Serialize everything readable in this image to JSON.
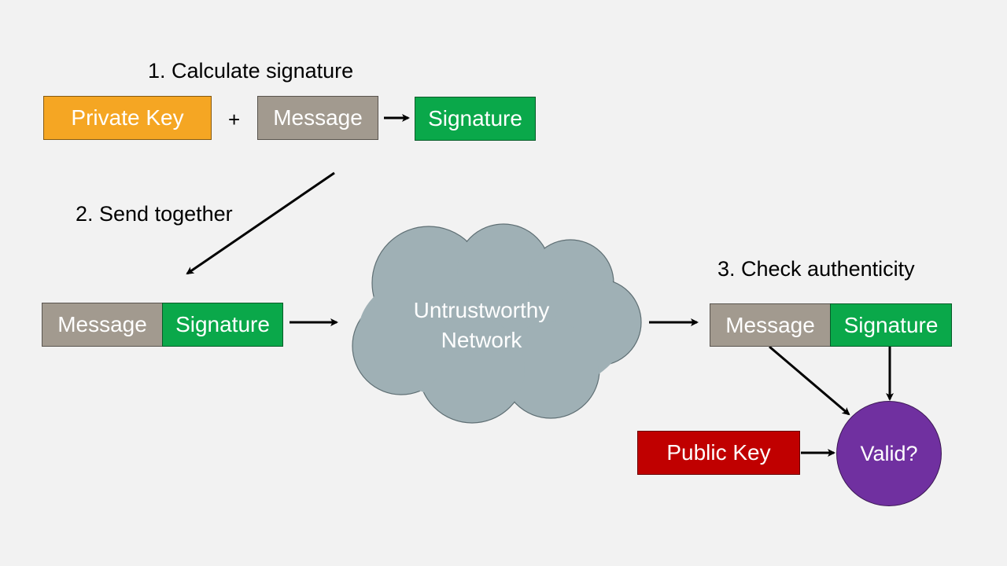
{
  "steps": {
    "calculate": "1. Calculate signature",
    "send": "2. Send together",
    "check": "3. Check authenticity"
  },
  "step1": {
    "private_key": "Private Key",
    "plus": "+",
    "message": "Message",
    "signature": "Signature"
  },
  "step2": {
    "message": "Message",
    "signature": "Signature"
  },
  "network": {
    "line1": "Untrustworthy",
    "line2": "Network"
  },
  "step3": {
    "message": "Message",
    "signature": "Signature",
    "public_key": "Public Key",
    "valid": "Valid?"
  },
  "colors": {
    "background": "#f2f2f2",
    "private_key": "#f5a623",
    "message": "#a29a8f",
    "signature": "#0aa84a",
    "public_key": "#c00000",
    "valid": "#7030a0",
    "cloud": "#9fb0b5"
  }
}
